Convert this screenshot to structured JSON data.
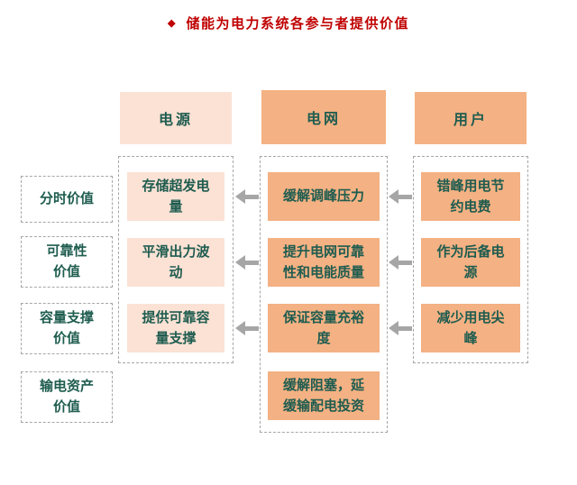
{
  "title": {
    "bullet": "◆",
    "text": "储能为电力系统各参与者提供价值"
  },
  "colors": {
    "title_red": "#C00000",
    "peach": "#FBE2D5",
    "orange": "#F4B183",
    "text_green": "#1E5C4F",
    "arrow_gray": "#A6A6A6",
    "dashed_border": "#A6A6A6"
  },
  "row_labels": [
    "分时价值",
    "可靠性\n价值",
    "容量支撑\n价值",
    "输电资产\n价值"
  ],
  "columns": [
    {
      "header": "电源",
      "boxes": [
        "存储超发电\n量",
        "平滑出力波\n动",
        "提供可靠容\n量支撑"
      ]
    },
    {
      "header": "电网",
      "boxes": [
        "缓解调峰压力",
        "提升电网可靠\n性和电能质量",
        "保证容量充裕\n度",
        "缓解阻塞，延\n缓输配电投资"
      ]
    },
    {
      "header": "用户",
      "boxes": [
        "错峰用电节\n约电费",
        "作为后备电\n源",
        "减少用电尖\n峰"
      ]
    }
  ]
}
